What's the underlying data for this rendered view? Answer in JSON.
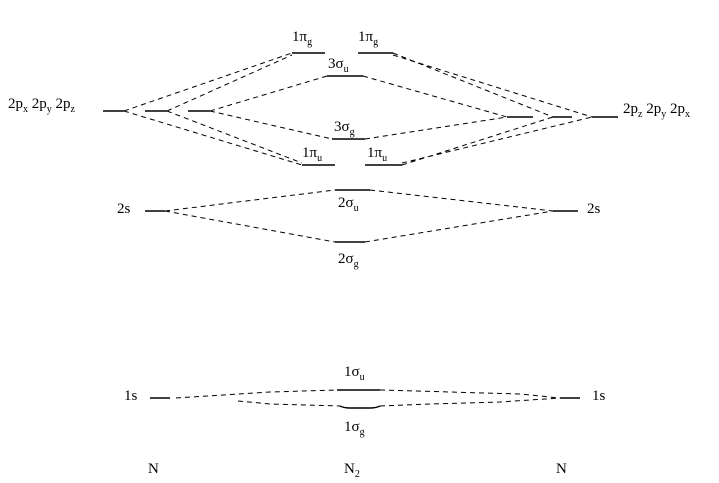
{
  "atoms": {
    "left": "N",
    "molecule_main": "N",
    "molecule_sub": "2",
    "right": "N"
  },
  "atomic_orbitals": {
    "left_2p": [
      {
        "main": "2p",
        "sub": "x"
      },
      {
        "main": "2p",
        "sub": "y"
      },
      {
        "main": "2p",
        "sub": "z"
      }
    ],
    "right_2p": [
      {
        "main": "2p",
        "sub": "z"
      },
      {
        "main": "2p",
        "sub": "y"
      },
      {
        "main": "2p",
        "sub": "x"
      }
    ],
    "left_2s": "2s",
    "right_2s": "2s",
    "left_1s": "1s",
    "right_1s": "1s"
  },
  "molecular_orbitals": {
    "pi_g_left": {
      "main": "1π",
      "sub": "g"
    },
    "pi_g_right": {
      "main": "1π",
      "sub": "g"
    },
    "sigma_3u": {
      "main": "3σ",
      "sub": "u"
    },
    "sigma_3g": {
      "main": "3σ",
      "sub": "g"
    },
    "pi_u_left": {
      "main": "1π",
      "sub": "u"
    },
    "pi_u_right": {
      "main": "1π",
      "sub": "u"
    },
    "sigma_2u": {
      "main": "2σ",
      "sub": "u"
    },
    "sigma_2g": {
      "main": "2σ",
      "sub": "g"
    },
    "sigma_1u": {
      "main": "1σ",
      "sub": "u"
    },
    "sigma_1g": {
      "main": "1σ",
      "sub": "g"
    }
  }
}
